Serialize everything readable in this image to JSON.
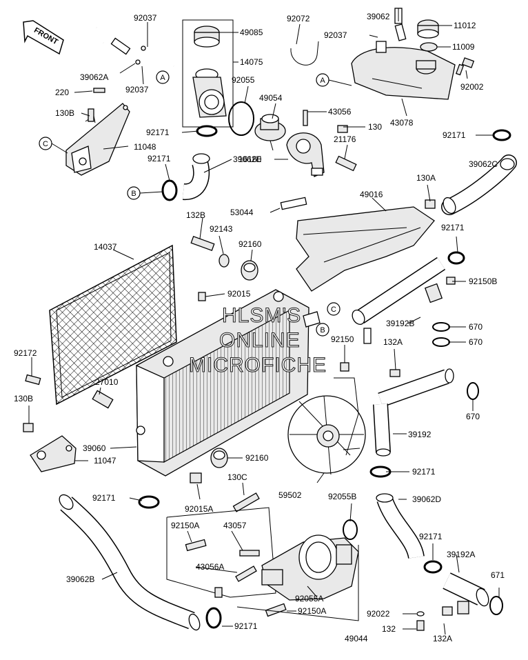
{
  "front_label": "FRONT",
  "watermark": [
    "HLSM'S",
    "ONLINE",
    "MICROFICHE"
  ],
  "callout_labels": {
    "a": "A",
    "b": "B",
    "c": "C"
  },
  "parts": {
    "p92037_top": "92037",
    "p39062A": "39062A",
    "p92037_mid": "92037",
    "p220": "220",
    "p130B_top": "130B",
    "p11048": "11048",
    "p49085": "49085",
    "p14075": "14075",
    "p92055": "92055",
    "p49054": "49054",
    "p92171_a": "92171",
    "p92171_b": "92171",
    "p39062E": "39062E",
    "p92072": "92072",
    "p39062": "39062",
    "p92037_r": "92037",
    "p11012": "11012",
    "p11009": "11009",
    "p92002": "92002",
    "p43078": "43078",
    "p43056": "43056",
    "p130_r": "130",
    "p21176": "21176",
    "p16160": "16160",
    "p92171_c": "92171",
    "p39062C": "39062C",
    "p130A_top": "130A",
    "p49016": "49016",
    "p53044": "53044",
    "p92171_d": "92171",
    "p92150B": "92150B",
    "p132B": "132B",
    "p92143": "92143",
    "p92160_top": "92160",
    "p14037": "14037",
    "p92015": "92015",
    "p39192B": "39192B",
    "p670_a": "670",
    "p670_b": "670",
    "p92150": "92150",
    "p132A_mid": "132A",
    "p92172": "92172",
    "p27010": "27010",
    "p130B_bot": "130B",
    "p670_c": "670",
    "p39192": "39192",
    "p39060": "39060",
    "p11047": "11047",
    "p92160_bot": "92160",
    "p92171_e": "92171",
    "p130C": "130C",
    "p92171_f": "92171",
    "p92015A": "92015A",
    "p59502": "59502",
    "p92055B": "92055B",
    "p39062D": "39062D",
    "p92150A_a": "92150A",
    "p43057": "43057",
    "p92171_g": "92171",
    "p39192A": "39192A",
    "p43056A": "43056A",
    "p671": "671",
    "p39062B": "39062B",
    "p92055A": "92055A",
    "p92150A_b": "92150A",
    "p92022": "92022",
    "p92171_h": "92171",
    "p132": "132",
    "p49044": "49044",
    "p132A_bot": "132A"
  }
}
